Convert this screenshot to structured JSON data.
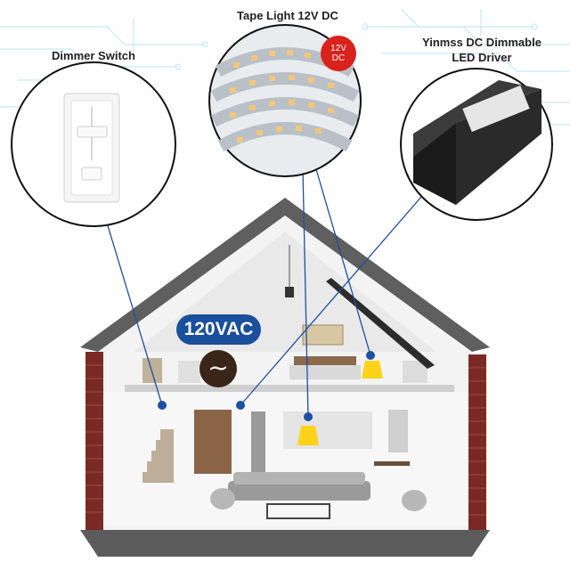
{
  "labels": {
    "tape_light": "Tape Light 12V DC",
    "dimmer_switch": "Dimmer Switch",
    "driver_line1": "Yinmss DC Dimmable",
    "driver_line2": "LED Driver"
  },
  "badges": {
    "voltage_ac": "120VAC",
    "ac_symbol": "~",
    "tape_voltage_line1": "12V",
    "tape_voltage_line2": "DC"
  },
  "colors": {
    "circuit_lines": "#bfe6ef",
    "connector_line": "#1e4fa3",
    "badge_blue": "#1a4f9c",
    "badge_red": "#d9221c",
    "house_roof": "#6e6e6e",
    "brick": "#7a2a24",
    "light_glow": "#ffd21a",
    "led_warm": "#f2c77a"
  },
  "icons": {
    "dimmer": "dimmer-switch-icon",
    "tape": "led-tape-reel-icon",
    "driver": "led-driver-box-icon",
    "ac": "alternating-current-icon"
  }
}
